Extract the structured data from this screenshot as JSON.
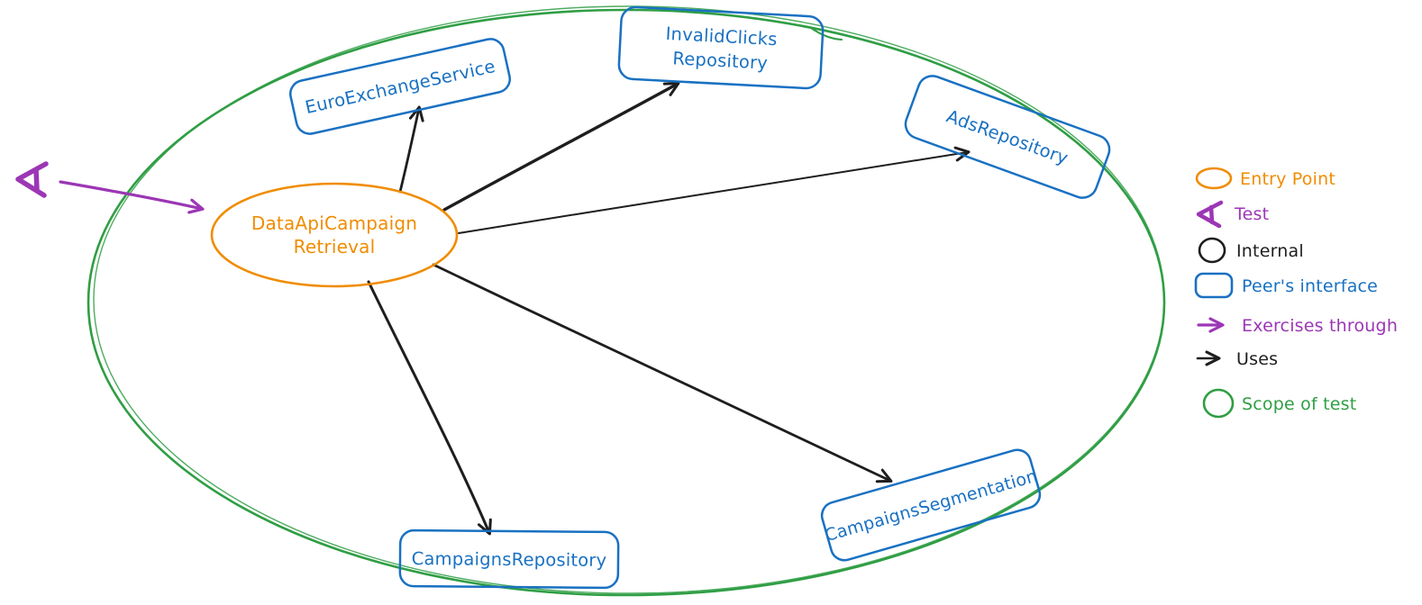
{
  "diagram": {
    "entry_point": {
      "line1": "DataApiCampaign",
      "line2": "Retrieval"
    },
    "nodes": {
      "euro_exchange_service": "EuroExchangeService",
      "invalid_clicks_line1": "InvalidClicks",
      "invalid_clicks_line2": "Repository",
      "ads_repository": "AdsRepository",
      "campaigns_repository": "CampaignsRepository",
      "campaigns_segmentation": "CampaignsSegmentation"
    }
  },
  "legend": {
    "entry_point": "Entry Point",
    "test": "Test",
    "internal": "Internal",
    "peers_interface": "Peer's interface",
    "exercises_through": "Exercises through",
    "uses": "Uses",
    "scope_of_test": "Scope of test"
  },
  "colors": {
    "entry_point_orange": "#f08c00",
    "peer_interface_blue": "#1971c2",
    "scope_green": "#2f9e44",
    "test_purple": "#9c36b5",
    "uses_black": "#1e1e1e"
  }
}
